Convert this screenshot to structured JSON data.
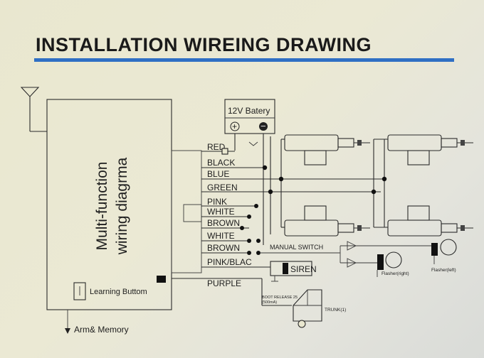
{
  "title": "INSTALLATION WIREING DRAWING",
  "colors": {
    "accent_bar": "#2f6fc4",
    "line": "#2a2a2a",
    "background": "#e9e7cf"
  },
  "module": {
    "label_line1": "Multi-function",
    "label_line2": "wiring diagrma"
  },
  "battery": {
    "label": "12V Batery",
    "plus": "+",
    "minus": "−"
  },
  "wires": [
    "RED",
    "BLACK",
    "BLUE",
    "GREEN",
    "PINK",
    "WHITE",
    "BROWN",
    "WHITE",
    "BROWN",
    "PINK/BLAC",
    "PURPLE"
  ],
  "learning_button": "Learning Buttom",
  "arm_memory": "Arm& Memory",
  "manual_switch": "MANUAL SWITCH",
  "siren": "SIREN",
  "flasher_right": "Flasher(right)",
  "flasher_left": "Flasher(left)",
  "boot_release_line1": "BOOT RELEASE 25",
  "boot_release_line2": "(500mA)",
  "trunk": "TRUNK(1)",
  "icons": [
    "antenna-icon",
    "actuator-icon",
    "car-trunk-icon",
    "flasher-bulb-icon",
    "ground-icon"
  ]
}
